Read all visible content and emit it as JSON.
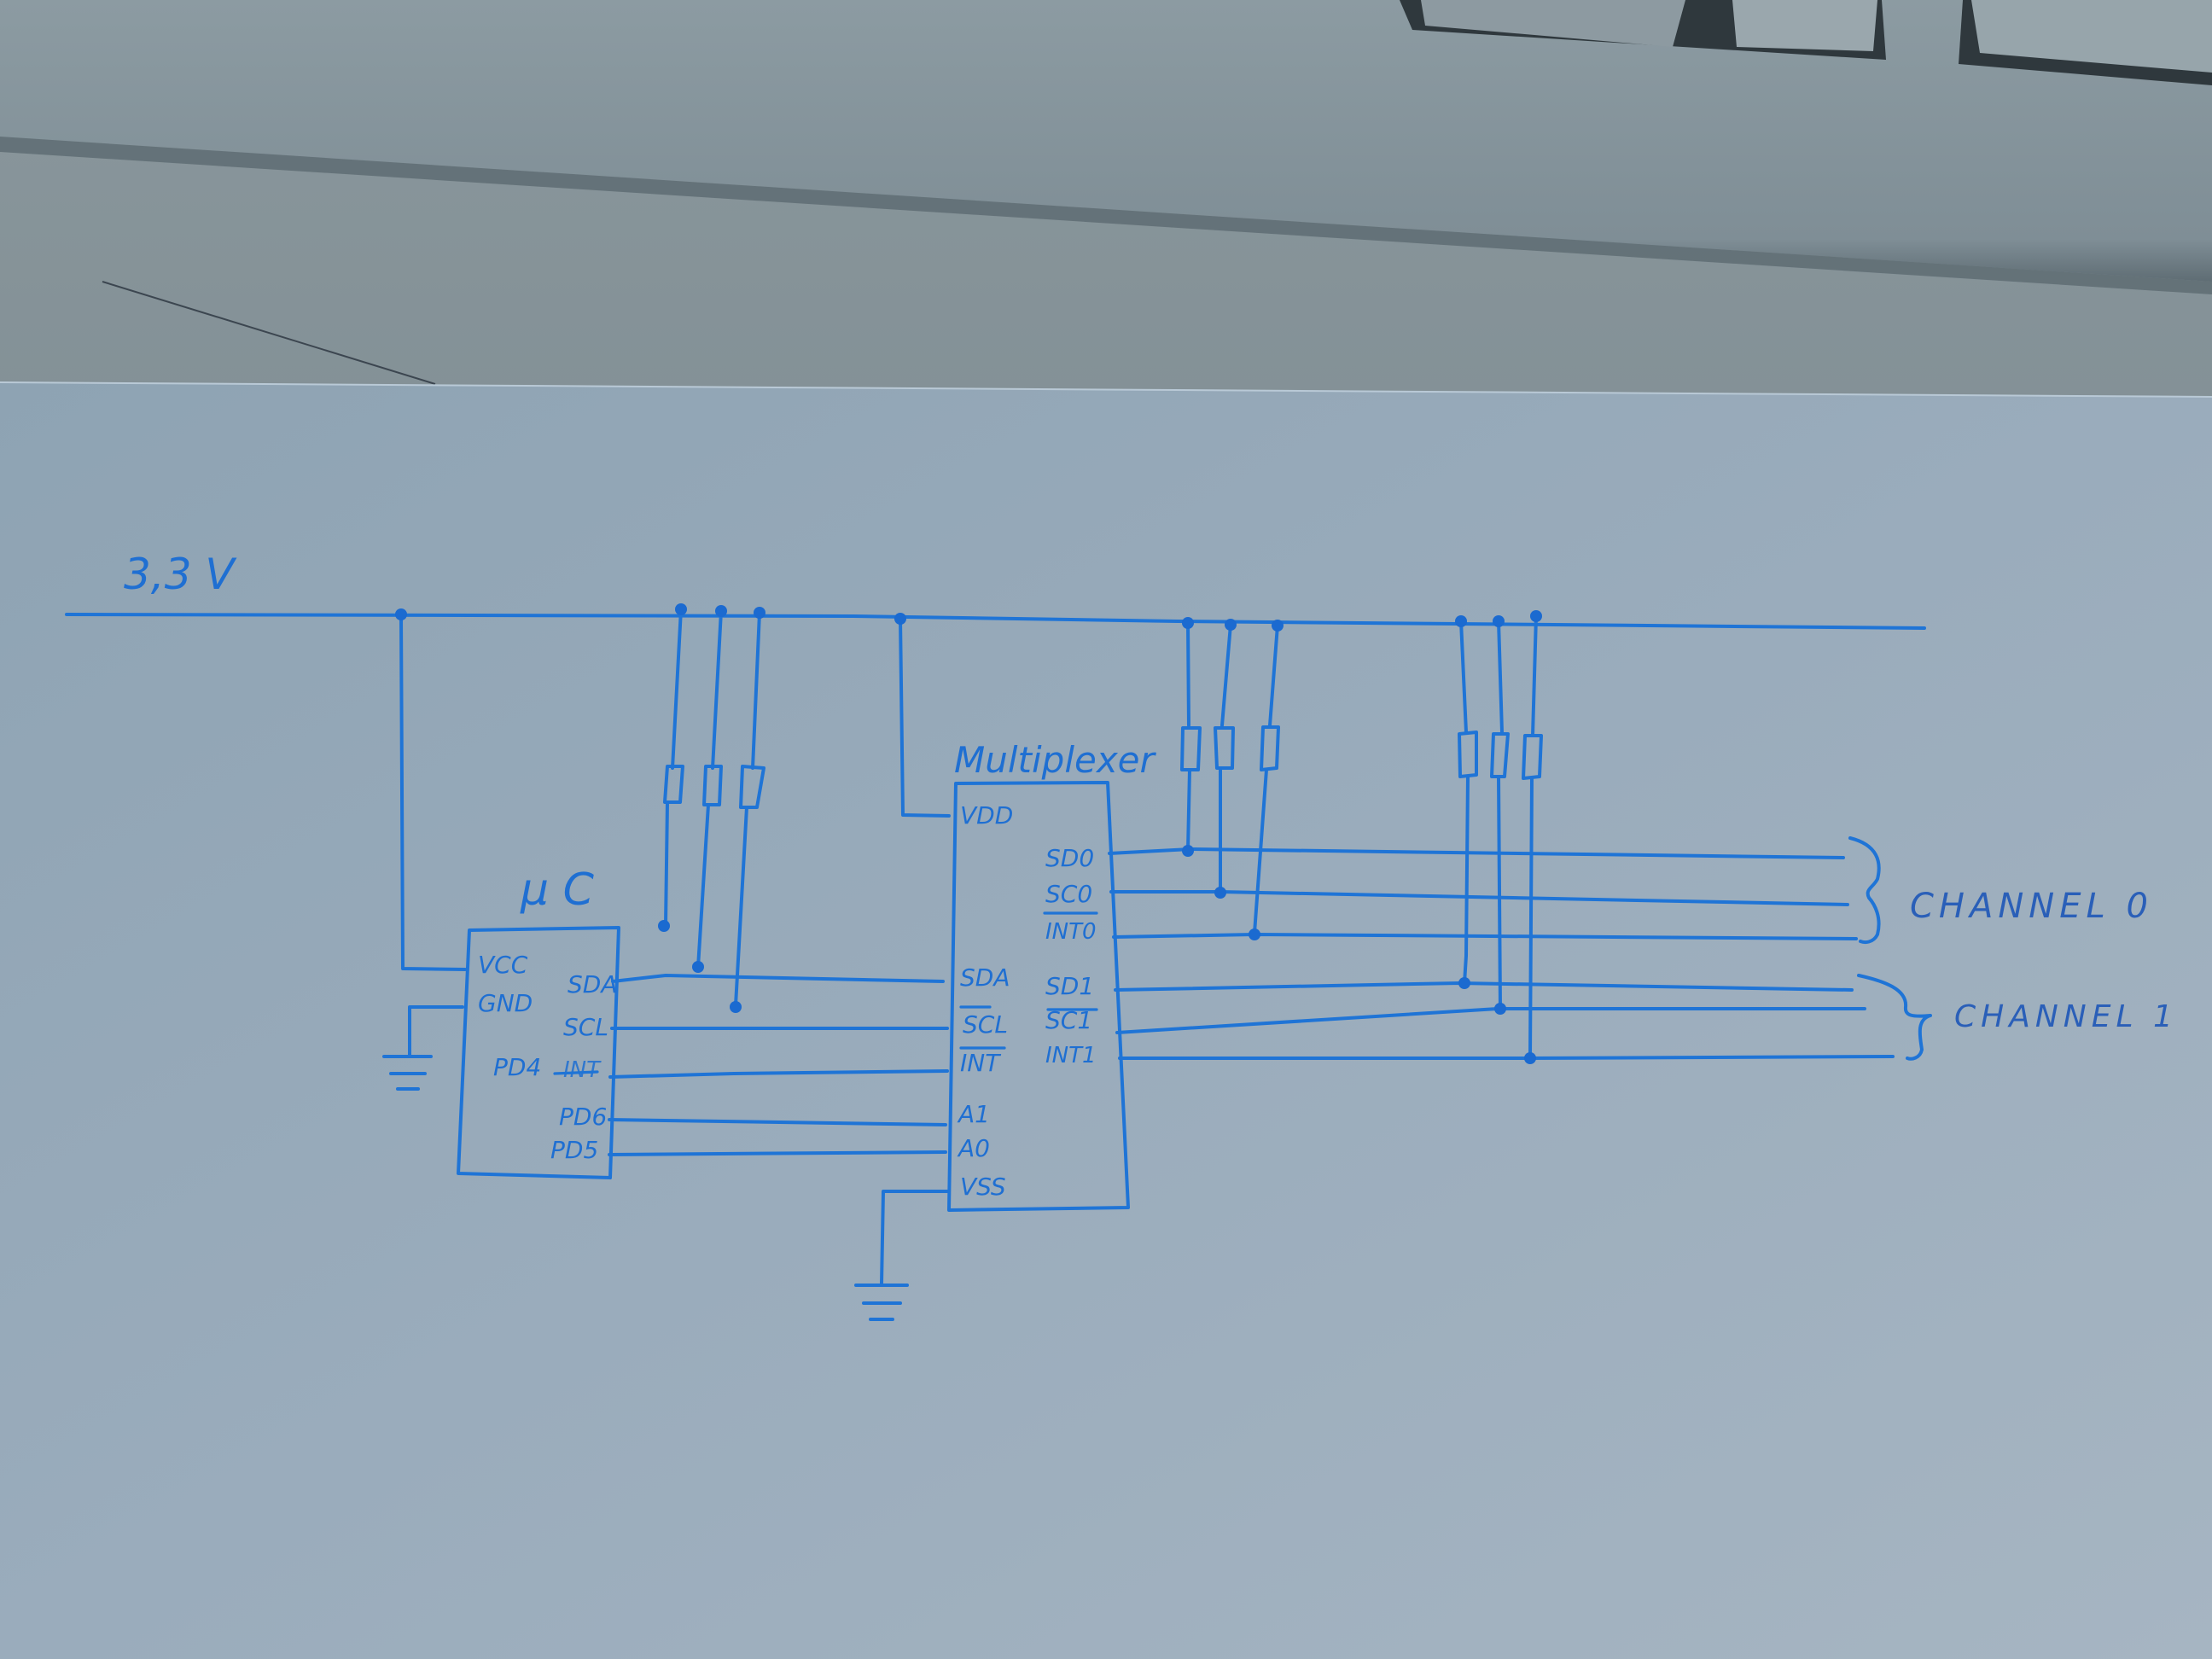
{
  "scene": {
    "description": "Photo of a hand-drawn circuit schematic on paper below a keyboard",
    "colors": {
      "ink": "#1f74d6",
      "paper": "#95a7b8",
      "desk": "#7a8a90",
      "keyboard": "#8e9ca3"
    }
  },
  "supply": {
    "label": "3,3 V"
  },
  "microcontroller": {
    "title": "µ C",
    "left_pins": [
      "VCC",
      "GND",
      "PD4"
    ],
    "right_pins": [
      "SDA",
      "SCL",
      "INT",
      "PD6",
      "PD5"
    ]
  },
  "multiplexer": {
    "title": "Multiplexer",
    "left_pins": [
      "VDD",
      "SDA",
      "SCL",
      "INT",
      "A1",
      "A0",
      "VSS"
    ],
    "right_pins": [
      "SD0",
      "SC0",
      "INT0",
      "SD1",
      "SC1",
      "INT1"
    ]
  },
  "channels": [
    {
      "label": "CHANNEL 0",
      "signals": [
        "SD0",
        "SC0",
        "INT0"
      ]
    },
    {
      "label": "CHANNEL 1",
      "signals": [
        "SD1",
        "SC1",
        "INT1"
      ]
    }
  ],
  "pullup_groups": [
    {
      "name": "controller-side",
      "count": 3
    },
    {
      "name": "channel-0",
      "count": 3
    },
    {
      "name": "channel-1",
      "count": 3
    }
  ],
  "ground_symbols": 2
}
